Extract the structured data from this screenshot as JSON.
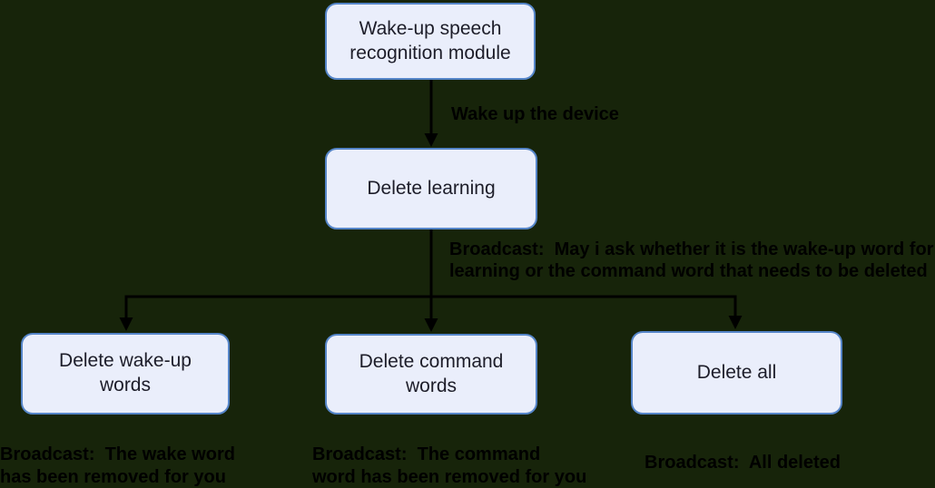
{
  "colors": {
    "background": "#17240a",
    "node_fill": "#eaeefb",
    "node_border": "#5585c8",
    "connector_line": "#000000",
    "edge_label_text": "#000000",
    "node_text": "#1d1d29"
  },
  "nodes": {
    "wakeup_module": {
      "label": "Wake-up speech\nrecognition module"
    },
    "delete_learning": {
      "label": "Delete learning"
    },
    "delete_wakeup_words": {
      "label": "Delete wake-up\nwords"
    },
    "delete_command_words": {
      "label": "Delete command\nwords"
    },
    "delete_all": {
      "label": "Delete all"
    }
  },
  "edge_labels": {
    "wake_up_device": "Wake up the device",
    "broadcast_ask": "Broadcast:  May i ask whether it is the wake-up word for\nlearning or the command word that needs to be deleted"
  },
  "broadcasts": {
    "wake_word_removed": "Broadcast:  The wake word\nhas been removed for you",
    "command_word_removed": "Broadcast:  The command\nword has been removed for you",
    "all_deleted": "Broadcast:  All deleted"
  }
}
